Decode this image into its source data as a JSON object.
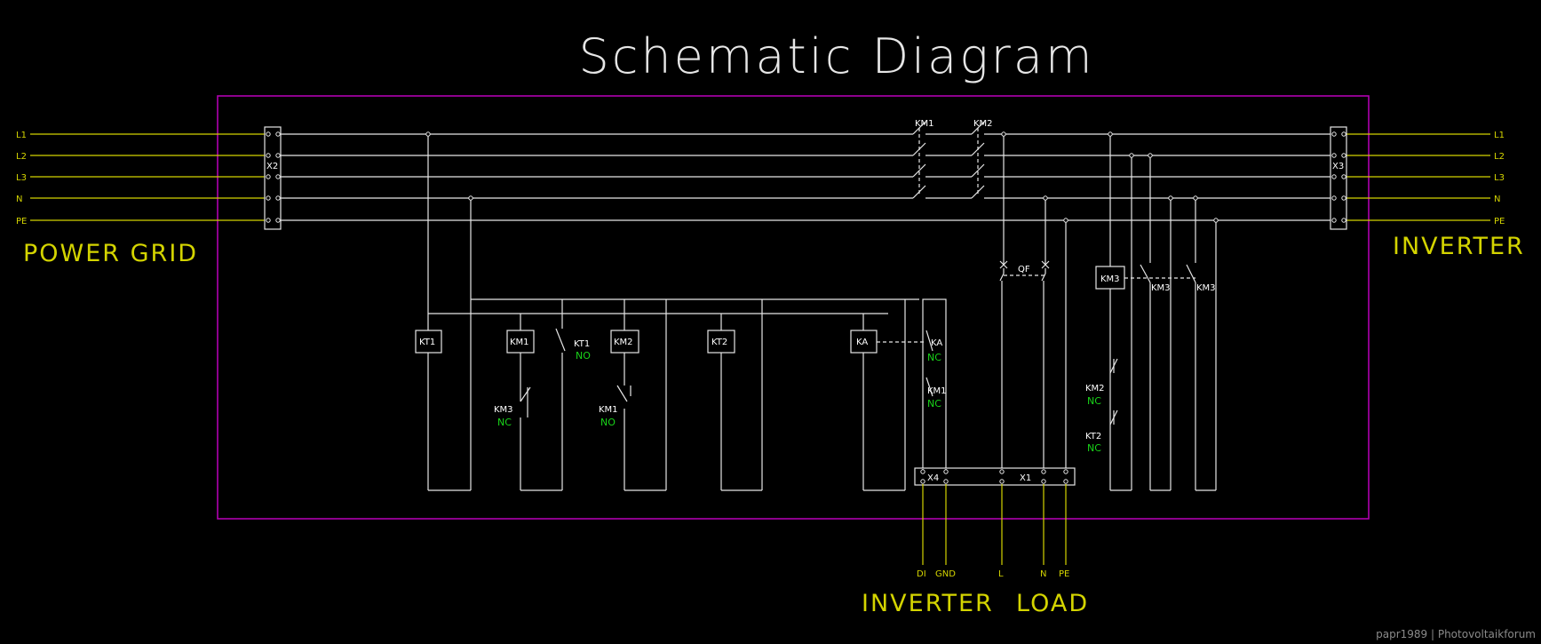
{
  "title": "Schematic Diagram",
  "sections": {
    "power_grid": "POWER GRID",
    "inverter_right": "INVERTER",
    "inverter_bottom": "INVERTER",
    "load_bottom": "LOAD"
  },
  "lines": {
    "l1": "L1",
    "l2": "L2",
    "l3": "L3",
    "n": "N",
    "pe": "PE"
  },
  "terminals": {
    "x1": "X1",
    "x2": "X2",
    "x3": "X3",
    "x4": "X4"
  },
  "bottom_terminals": {
    "di": "DI",
    "gnd": "GND",
    "l": "L",
    "n": "N",
    "pe": "PE"
  },
  "components": {
    "km1": "KM1",
    "km2": "KM2",
    "km3": "KM3",
    "kt1": "KT1",
    "kt2": "KT2",
    "ka": "KA",
    "qf": "QF"
  },
  "contact_states": {
    "no": "NO",
    "nc": "NC"
  },
  "colors": {
    "frame": "#b000b0",
    "wire": "#e6e6e6",
    "label": "#d4d400",
    "state": "#19d419"
  },
  "watermark": "papr1989 | Photovoltaikforum"
}
